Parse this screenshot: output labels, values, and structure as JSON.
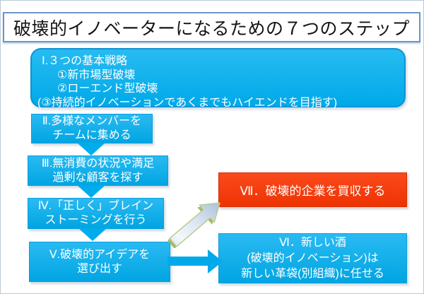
{
  "title": "破壊的イノベーターになるための７つのステップ",
  "steps": {
    "s1": {
      "lines": [
        "Ⅰ.３つの基本戦略",
        "①新市場型破壊",
        "②ローエンド型破壊",
        "(③持続的イノベーションであくまでもハイエンドを目指す)"
      ]
    },
    "s2": {
      "lines": [
        "Ⅱ.多様なメンバーを",
        "チームに集める"
      ]
    },
    "s3": {
      "lines": [
        "Ⅲ.無消費の状況や満足",
        "過剰な顧客を探す"
      ]
    },
    "s4": {
      "lines": [
        "Ⅳ.「正しく」ブレイン",
        "ストーミングを行う"
      ]
    },
    "s5": {
      "lines": [
        "Ⅴ.破壊的アイデアを",
        "選び出す"
      ]
    },
    "s6": {
      "lines": [
        "Ⅵ．新しい酒",
        "(破壊的イノベーション)は",
        "新しい革袋(別組織)に任せる"
      ]
    },
    "s7": {
      "lines": [
        "Ⅶ．破壊的企業を買収する"
      ]
    }
  },
  "colors": {
    "cyan": "#00b0f0",
    "cyan_border": "#0d93d6",
    "red": "#f23808",
    "red_border": "#d42e04",
    "title_border": "#6b96c9",
    "diagonal_arrow_outline": "#b8cc8a",
    "diagonal_arrow_fill": "#dde6f3",
    "text_on_fill": "#ffffff",
    "title_text": "#141414"
  }
}
